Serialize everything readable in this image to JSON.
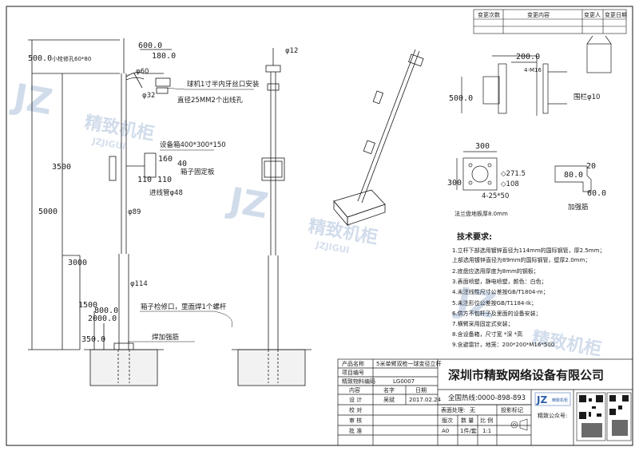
{
  "revision_table": {
    "headers": [
      "变更次数",
      "变更内容",
      "变更人",
      "变更日期"
    ]
  },
  "dimensions": {
    "d600": "600.0",
    "d180": "180.0",
    "d500": "500.0",
    "d3500": "3500",
    "d5000": "5000",
    "d3000": "3000",
    "d1500": "1500",
    "d800": "800.0",
    "d2000": "2000.0",
    "d3500b": "350.0",
    "d160": "160",
    "d40": "40",
    "d110a": "110",
    "d110b": "110",
    "phi60": "φ60",
    "phi32": "φ32",
    "phi89": "φ89",
    "phi114": "φ114",
    "phi12": "φ12",
    "phi48": "进线管φ48"
  },
  "labels": {
    "guard_top": "小栓修孔60*80",
    "ball_camera": "球机1寸半内牙丝口安装",
    "wire_hole": "直径25MM2个出线孔",
    "box": "设备箱400*300*150",
    "box_plate": "箱子固定板",
    "box_hole": "箱子检修口，里面焊1个螺杆",
    "weld": "焊加强筋"
  },
  "details": {
    "d200": "200.0",
    "d500": "500.0",
    "m16": "4-M16",
    "rail": "围栏φ10",
    "d300a": "300",
    "d300b": "300",
    "c2715": "◇271.5",
    "c108": "◇108",
    "holes": "4-25*50",
    "d800": "80.0",
    "d60": "60.0",
    "d20": "20",
    "flange": "法兰盘地板厚8.0mm",
    "rib": "加强筋"
  },
  "tech": {
    "title": "技术要求:",
    "items": [
      "1.立杆下部选用镀锌直径为114mm的国际钢管，厚2.5mm；",
      "上部选用镀锌直径为89mm的国际钢管，壁厚2.0mm；",
      "2.底盘应选用厚度为8mm的钢板；",
      "3.表面喷塑，静电喷塑，颜色：白色；",
      "4.未注线性尺寸公差按GB/T1804-m；",
      "5.未注形位公差按GB/T1184-Ik；",
      "6.供方不包杆子及里面的设备安装；",
      "7.横臂采用固定式安装；",
      "8.含设备箱，尺寸宽   *深   *高",
      "9.含避雷针，地笼：200*200*M16*500"
    ]
  },
  "title_block": {
    "product_name_label": "产品名称",
    "product_name": "5米单臂双枪一球变径立杆",
    "project_no_label": "项目编号",
    "material_no_label": "精致物料编码",
    "material_no": "LG0007",
    "content_label": "内容",
    "name_label": "名字",
    "date_label": "日期",
    "design_label": "设 计",
    "designer": "吴斌",
    "design_date": "2017.02.24",
    "proofread_label": "校 对",
    "surface_label": "表面处理:",
    "surface_value": "无",
    "projection_label": "投影标记",
    "review_label": "审 核",
    "version_label": "版次",
    "qty_label": "数 量",
    "scale_label": "比 例",
    "approve_label": "批 准",
    "version": "A0",
    "qty": "1件/套",
    "scale": "1:1",
    "company": "深圳市精致网络设备有限公司",
    "hotline": "全国热线:0000-898-893",
    "wechat": "精致公众号:",
    "logo_text": "精致机柜",
    "logo_letters": "JZ"
  },
  "watermark": {
    "text": "精致机柜",
    "sub": "JZJIGUI",
    "letters": "JZ"
  },
  "colors": {
    "line": "#1a1a1a",
    "watermark": "#6a8fc0",
    "logo": "#2b5fa8"
  }
}
